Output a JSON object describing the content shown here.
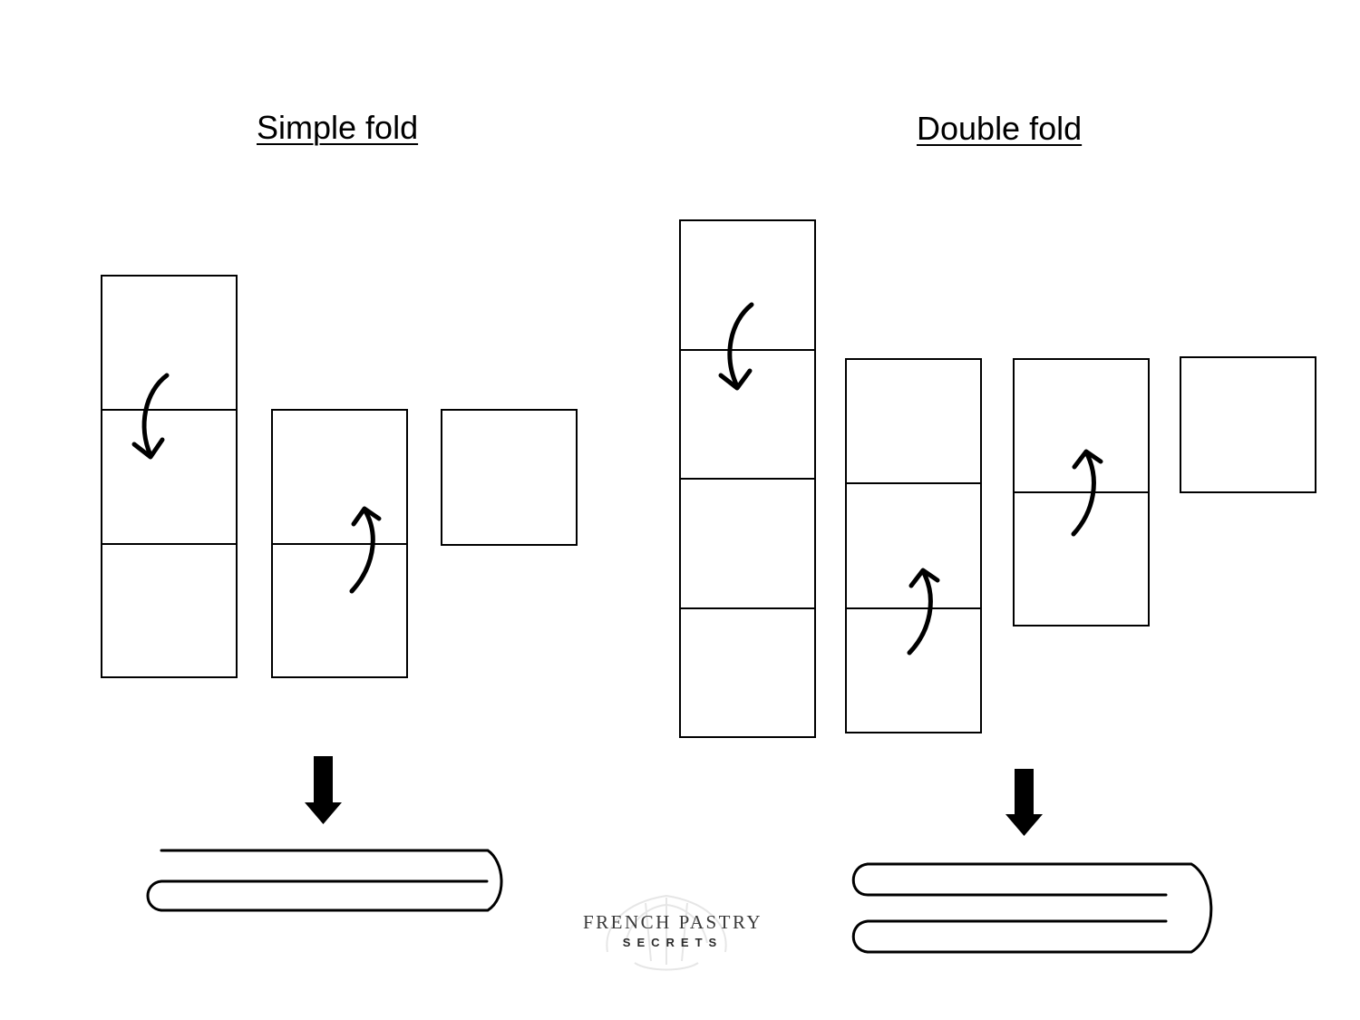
{
  "diagram": {
    "simple_fold": {
      "title": "Simple fold"
    },
    "double_fold": {
      "title": "Double fold"
    }
  },
  "logo": {
    "line1": "FRENCH PASTRY",
    "line2": "SECRETS"
  },
  "icons": {
    "fold_arrow": "curved-arrow-icon",
    "result_arrow": "down-arrow-icon",
    "logo_mark": "croissant-icon"
  },
  "colors": {
    "stroke": "#000000",
    "background": "#ffffff",
    "logo_text": "#3a3a3a",
    "logo_mark": "#e6e6e6"
  }
}
